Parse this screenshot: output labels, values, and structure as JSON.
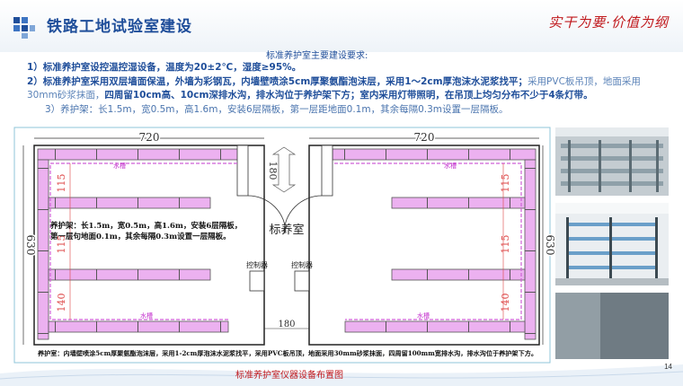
{
  "header": {
    "title": "铁路工地试验室建设",
    "slogan": "实干为要·价值为纲"
  },
  "requirements": {
    "title": "标准养护室主要建设要求:",
    "line1": "1）标准养护室设控温控湿设备，温度为20±2℃，湿度≥95%。",
    "line2a": "2）标准养护室采用双层墙面保温，外墙为彩钢瓦，内墙壁喷涂5cm厚聚氨酯泡沫层，采用1～2cm厚泡沫水泥浆找平；",
    "line2b": "采用PVC板吊顶，地面采用",
    "line3a": "30mm砂浆抹面，",
    "line3b": "四周留10cm高、10cm深排水沟，排水沟位于养护架下方；室内采用灯带照明，在吊顶上均匀分布不少于4条灯带。",
    "line4": "3）养护架：长1.5m，宽0.5m，高1.6m，安装6层隔板，第一层距地面0.1m，其余每隔0.3m设置一层隔板。"
  },
  "plan": {
    "dim_left_top": "720",
    "dim_right_top": "720",
    "dim_left_side": "630",
    "dim_right_side": "630",
    "dim_115a": "115",
    "dim_115b": "115",
    "dim_115c": "115",
    "dim_115d": "115",
    "dim_140a": "140",
    "dim_140b": "140",
    "dim_180_top": "180",
    "dim_180_bottom": "180",
    "channel_label": "水槽",
    "room_label": "标养室",
    "controller_label": "控制器",
    "rack_note_line1": "养护架：长1.5m，宽0.5m，高1.6m，安装6层隔板，",
    "rack_note_line2": "第一层句地面0.1m，其余每隔0.3m设置一层隔板。",
    "bottom_note": "养护室：内墙壁喷涂5cm厚聚氨酯泡沫层，采用1-2cm厚泡沫水泥浆找平，采用PVC板吊顶，地面采用30mm砂浆抹面，四周留100mm宽排水沟，排水沟位于养护架下方。"
  },
  "footer": {
    "caption": "标准养护室仪器设备布置图",
    "page": "14"
  },
  "colors": {
    "brand_blue": "#1f4e9a",
    "accent_red": "#c0181c",
    "rack_fill": "#e9a8ee",
    "channel": "#cf5fd6"
  }
}
